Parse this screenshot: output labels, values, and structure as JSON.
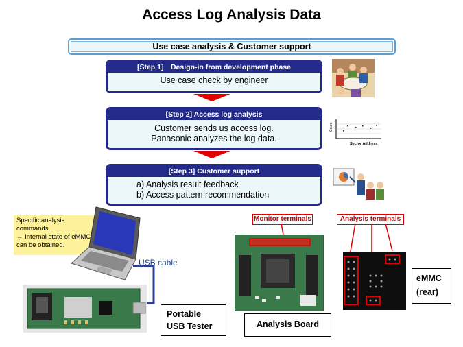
{
  "title": "Access Log Analysis Data",
  "banner": "Use case analysis & Customer support",
  "steps": [
    {
      "header": "[Step 1]　Design-in from development phase",
      "lines": [
        "Use case check by engineer"
      ]
    },
    {
      "header": "[Step 2]  Access log analysis",
      "lines": [
        "Customer sends us access log.",
        "Panasonic analyzes the log data."
      ]
    },
    {
      "header": "[Step 3]  Customer support",
      "lines": [
        "a)  Analysis result feedback",
        "b)  Access pattern recommendation"
      ]
    }
  ],
  "chart_thumb": {
    "ylabel": "Count",
    "xlabel": "Sector Address"
  },
  "note": {
    "line1": "Specific analysis",
    "line2": "commands",
    "line3": "→ Internal state of eMMC",
    "line4": "can be obtained."
  },
  "usb_cable": "USB cable",
  "labels": {
    "usb_tester": [
      "Portable",
      "USB Tester"
    ],
    "analysis_board": "Analysis Board",
    "emmc": [
      "eMMC",
      "(rear)"
    ]
  },
  "tags": {
    "monitor": "Monitor terminals",
    "analysis": "Analysis terminals"
  },
  "colors": {
    "step_header": "#232a8a",
    "step_body": "#ecf7fb",
    "arrow": "#e00000",
    "note_bg": "#fdf29b",
    "highlight": "#e00000"
  }
}
